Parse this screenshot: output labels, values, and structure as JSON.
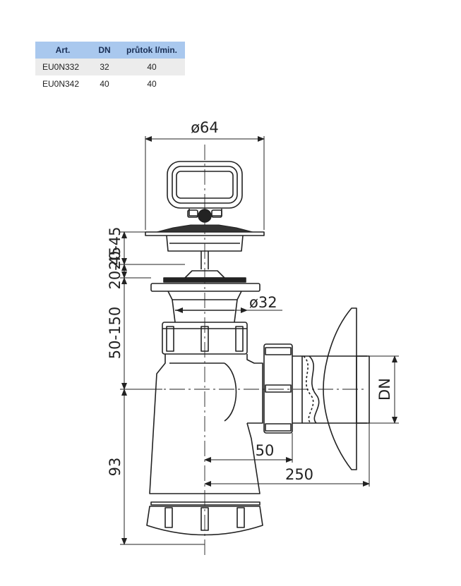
{
  "table": {
    "headers": [
      "Art.",
      "DN",
      "průtok l/min."
    ],
    "rows": [
      [
        "EU0N332",
        "32",
        "40"
      ],
      [
        "EU0N342",
        "40",
        "40"
      ]
    ]
  },
  "dimensions": {
    "top_diameter": "ø64",
    "inner_diameter": "ø32",
    "left_1": "20-45",
    "left_2": "20-45",
    "left_3": "50-150",
    "left_4": "93",
    "horizontal_short": "50",
    "horizontal_long": "250",
    "pipe": "DN"
  },
  "colors": {
    "table_header": "#a9c8ee",
    "table_row_alt": "#ececec",
    "line": "#222222"
  }
}
